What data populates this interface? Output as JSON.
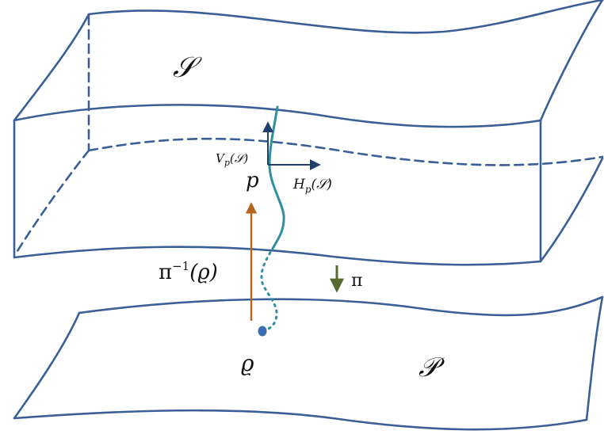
{
  "labels": {
    "total_space": "𝒮",
    "base_space": "𝒫",
    "point_p": "p",
    "point_rho": "ϱ",
    "vertical_subspace": "V",
    "vertical_subscript": "p",
    "vertical_arg": "(𝒮)",
    "horizontal_subspace": "H",
    "horizontal_subscript": "p",
    "horizontal_arg": "(𝒮)",
    "fiber": "π",
    "fiber_exponent": "−1",
    "fiber_arg": "(ϱ)",
    "projection": "π"
  },
  "colors": {
    "surface": "#3a5f96",
    "fiber_curve": "#2f8fa0",
    "lift_arrow": "#b5651d",
    "projection_arrow": "#556b2f",
    "tangent_arrows": "#1f3f6e",
    "base_point": "#3b6db0"
  }
}
